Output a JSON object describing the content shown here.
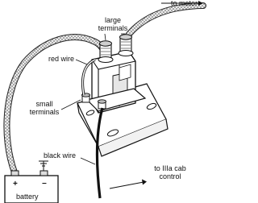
{
  "labels": {
    "to_motor": "to motor",
    "large_terminals": "large\nterminals",
    "red_wire": "red wire",
    "small_terminals": "small\nterminals",
    "black_wire": "black wire",
    "to_cab_control": "to IIIa cab\ncontrol",
    "battery": "battery",
    "battery_plus": "+",
    "battery_minus": "−"
  }
}
